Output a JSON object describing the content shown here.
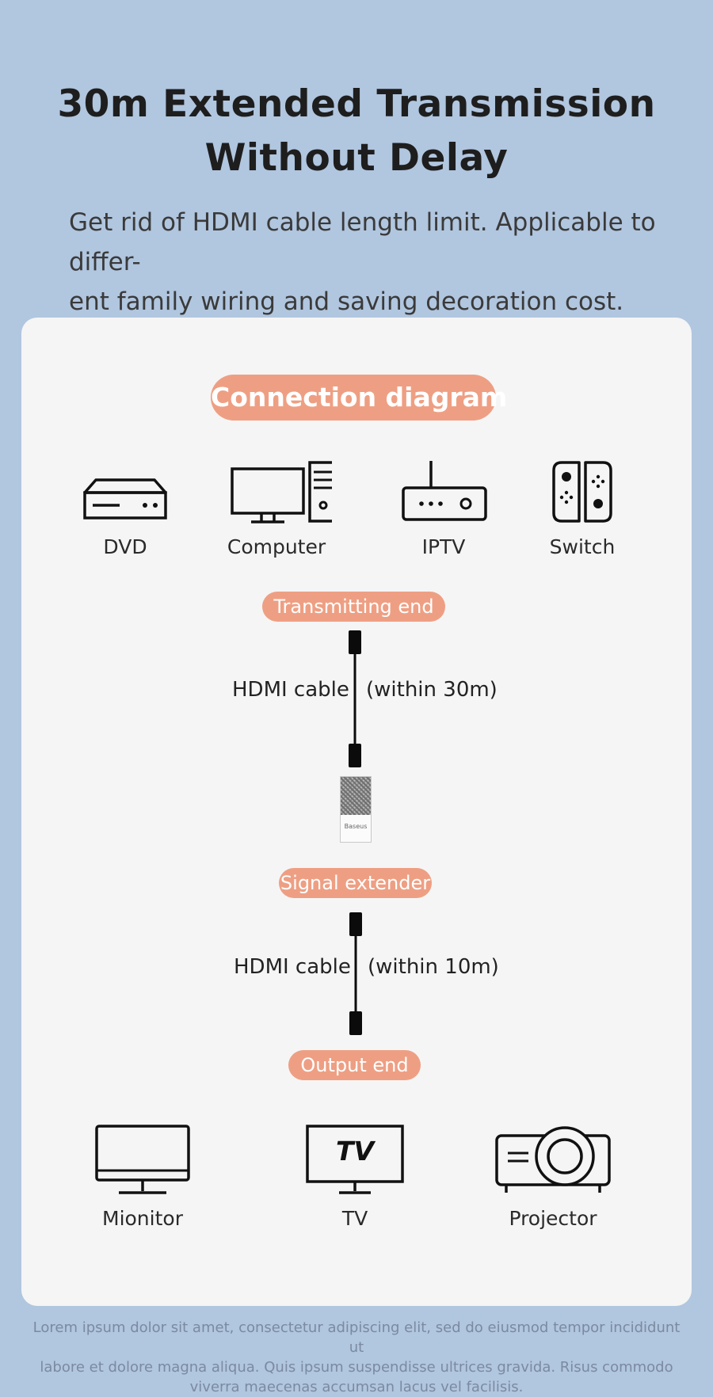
{
  "header": {
    "title_line1": "30m Extended Transmission",
    "title_line2": "Without Delay",
    "subtitle_line1": "Get rid of HDMI cable length limit. Applicable to differ-",
    "subtitle_line2": "ent family wiring and saving decoration cost."
  },
  "diagram": {
    "heading": "Connection diagram",
    "sources": [
      {
        "label": "DVD",
        "icon": "dvd-player-icon"
      },
      {
        "label": "Computer",
        "icon": "desktop-computer-icon"
      },
      {
        "label": "IPTV",
        "icon": "iptv-box-icon"
      },
      {
        "label": "Switch",
        "icon": "game-console-icon"
      }
    ],
    "transmitting_label": "Transmitting end",
    "cable1": {
      "name": "HDMI cable",
      "length": "(within 30m)"
    },
    "extender_brand": "Baseus",
    "extender_label": "Signal extender",
    "cable2": {
      "name": "HDMI cable",
      "length": "(within 10m)"
    },
    "output_label": "Output end",
    "outputs": [
      {
        "label": "Mionitor",
        "icon": "monitor-icon"
      },
      {
        "label": "TV",
        "icon": "tv-icon",
        "screen_text": "TV"
      },
      {
        "label": "Projector",
        "icon": "projector-icon"
      }
    ]
  },
  "footer": {
    "line1": "Lorem ipsum dolor sit amet, consectetur adipiscing elit, sed do eiusmod tempor incididunt ut",
    "line2": "labore et dolore magna aliqua. Quis ipsum suspendisse ultrices gravida. Risus commodo",
    "line3": "viverra maecenas accumsan lacus vel facilisis."
  }
}
